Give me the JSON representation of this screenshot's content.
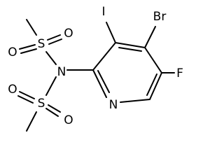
{
  "molecule": {
    "atoms": {
      "br": "Br",
      "i": "I",
      "f": "F",
      "n_ring": "N",
      "n_amide": "N",
      "s_top": "S",
      "o_top_left": "O",
      "o_top_right": "O",
      "s_bottom": "S",
      "o_bottom_left": "O",
      "o_bottom_right": "O"
    }
  }
}
